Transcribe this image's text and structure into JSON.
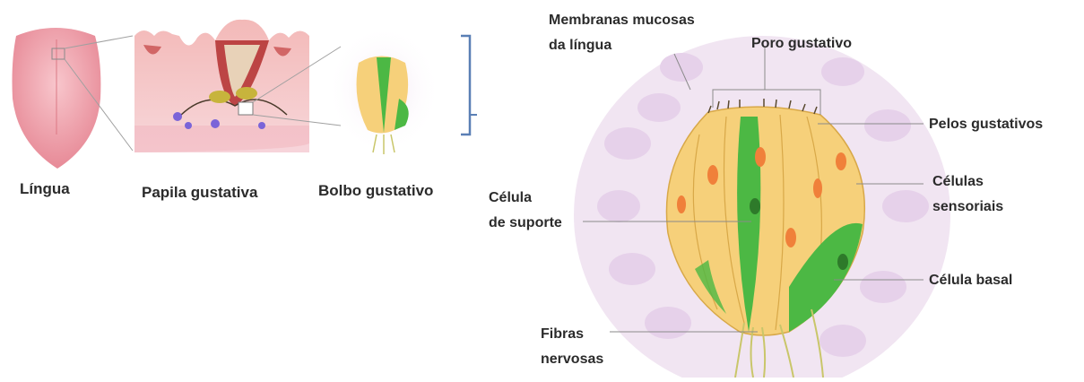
{
  "panels": {
    "tongue": "Língua",
    "papilla": "Papila gustativa",
    "bulb": "Bolbo gustativo"
  },
  "labels": {
    "mucosa_line1": "Membranas mucosas",
    "mucosa_line2": "da língua",
    "pore": "Poro gustativo",
    "hairs": "Pelos gustativos",
    "sensory_line1": "Células",
    "sensory_line2": "sensoriais",
    "support_line1": "Célula",
    "support_line2": "de suporte",
    "basal": "Célula basal",
    "nerve_line1": "Fibras",
    "nerve_line2": "nervosas"
  },
  "colors": {
    "tongue": "#f2a4ae",
    "tissue": "#ead7ec",
    "sensory_cell": "#f6d07a",
    "support_cell": "#4cb844",
    "nucleus": "#f0803a",
    "nerve": "#c9c66a",
    "bracket": "#5a7fb5"
  }
}
